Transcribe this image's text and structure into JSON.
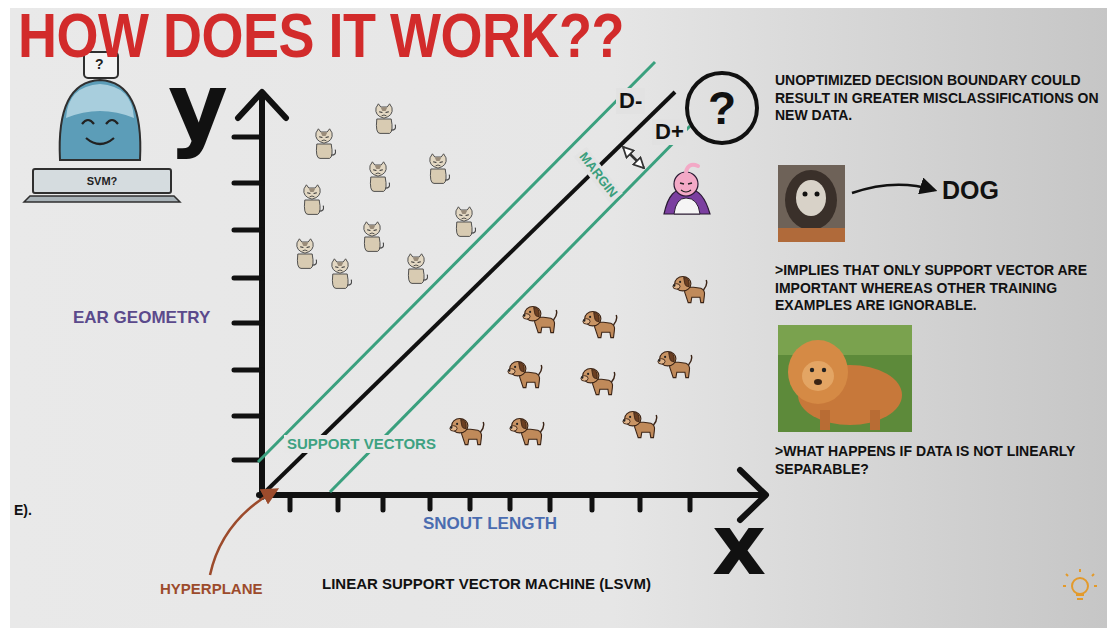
{
  "diagram": {
    "title": "HOW DOES IT WORK??",
    "nodes": [
      {
        "text": [
          "SVM?"
        ]
      },
      {
        "text": [
          "?"
        ]
      }
    ],
    "labels": [
      "?",
      "y",
      "D-",
      "D+",
      "MARGIN",
      "UNOPTIMIZED DECISION BOUNDARY COULD RESULT IN GREATER MISCLASSIFICATIONS ON NEW DATA.",
      "DOG",
      "EAR GEOMETRY",
      ">IMPLIES THAT ONLY SUPPORT VECTOR ARE IMPORTANT WHEREAS OTHER TRAINING EXAMPLES ARE IGNORABLE.",
      ">WHAT HAPPENS IF DATA IS NOT LINEARLY SEPARABLE?",
      "SUPPORT VECTORS",
      "E).",
      "SNOUT LENGTH",
      "x",
      "HYPERPLANE",
      "LINEAR SUPPORT VECTOR MACHINE (LSVM)"
    ]
  }
}
